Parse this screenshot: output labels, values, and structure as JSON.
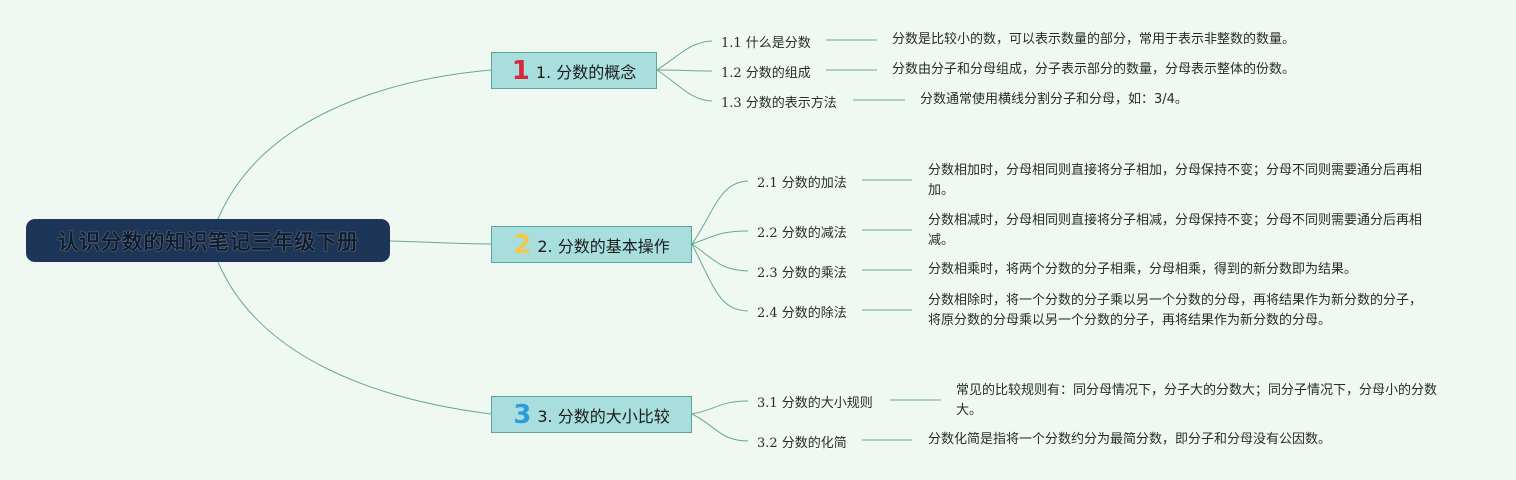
{
  "root": {
    "title": "认识分数的知识笔记三年级下册"
  },
  "colors": {
    "root_bg": "#1d3557",
    "branch_bg": "#a8dede",
    "branch_border": "#5aa49a",
    "line": "#6aa890",
    "badge1": "#d7263d",
    "badge2": "#f2c94c",
    "badge3": "#2d9cdb"
  },
  "branches": [
    {
      "badge": "1",
      "label": "1. 分数的概念",
      "leaves": [
        {
          "label": "1.1 什么是分数",
          "desc": "分数是比较小的数，可以表示数量的部分，常用于表示非整数的数量。"
        },
        {
          "label": "1.2 分数的组成",
          "desc": "分数由分子和分母组成，分子表示部分的数量，分母表示整体的份数。"
        },
        {
          "label": "1.3 分数的表示方法",
          "desc": "分数通常使用横线分割分子和分母，如：3/4。"
        }
      ]
    },
    {
      "badge": "2",
      "label": "2. 分数的基本操作",
      "leaves": [
        {
          "label": "2.1 分数的加法",
          "desc": "分数相加时，分母相同则直接将分子相加，分母保持不变；分母不同则需要通分后再相加。"
        },
        {
          "label": "2.2 分数的减法",
          "desc": "分数相减时，分母相同则直接将分子相减，分母保持不变；分母不同则需要通分后再相减。"
        },
        {
          "label": "2.3 分数的乘法",
          "desc": "分数相乘时，将两个分数的分子相乘，分母相乘，得到的新分数即为结果。"
        },
        {
          "label": "2.4 分数的除法",
          "desc": "分数相除时，将一个分数的分子乘以另一个分数的分母，再将结果作为新分数的分子，将原分数的分母乘以另一个分数的分子，再将结果作为新分数的分母。"
        }
      ]
    },
    {
      "badge": "3",
      "label": "3. 分数的大小比较",
      "leaves": [
        {
          "label": "3.1 分数的大小规则",
          "desc": "常见的比较规则有：同分母情况下，分子大的分数大；同分子情况下，分母小的分数大。"
        },
        {
          "label": "3.2 分数的化简",
          "desc": "分数化简是指将一个分数约分为最简分数，即分子和分母没有公因数。"
        }
      ]
    }
  ]
}
